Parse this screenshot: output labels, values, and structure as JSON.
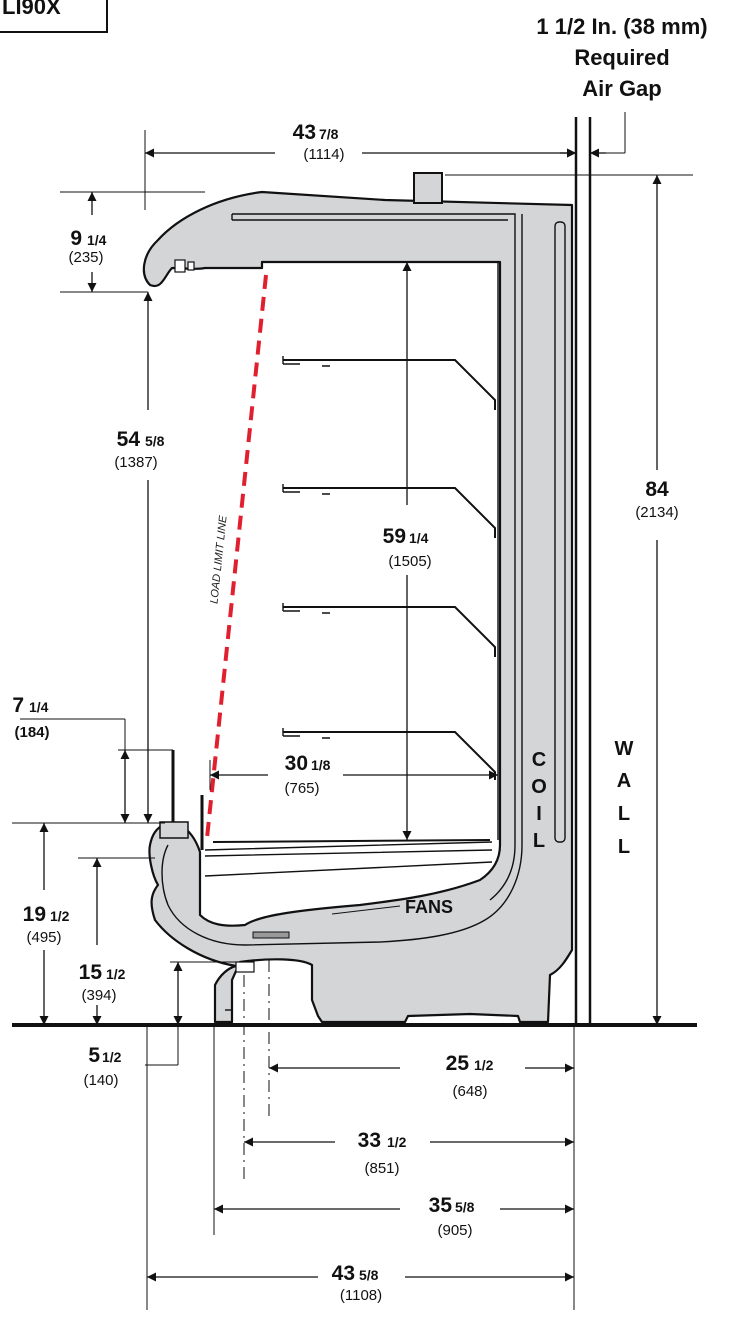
{
  "model_label": "LI90X",
  "air_gap": {
    "line1": "1 1/2 In. (38 mm)",
    "line2": "Required",
    "line3": "Air Gap"
  },
  "dimensions": {
    "depth_top": {
      "whole": "43",
      "frac": "7/8",
      "mm": "(1114)"
    },
    "canopy_height": {
      "whole": "9",
      "frac": "1/4",
      "mm": "(235)"
    },
    "opening_height": {
      "whole": "54",
      "frac": "5/8",
      "mm": "(1387)"
    },
    "overall_height": {
      "whole": "84",
      "frac": "",
      "mm": "(2134)"
    },
    "interior_height": {
      "whole": "59",
      "frac": "1/4",
      "mm": "(1505)"
    },
    "front_guard": {
      "whole": "7",
      "frac": "1/4",
      "mm": "(184)"
    },
    "shelf_depth": {
      "whole": "30",
      "frac": "1/8",
      "mm": "(765)"
    },
    "front_height_1": {
      "whole": "19",
      "frac": "1/2",
      "mm": "(495)"
    },
    "front_height_2": {
      "whole": "15",
      "frac": "1/2",
      "mm": "(394)"
    },
    "toe_height": {
      "whole": "5",
      "frac": "1/2",
      "mm": "(140)"
    },
    "depth_1": {
      "whole": "25",
      "frac": "1/2",
      "mm": "(648)"
    },
    "depth_2": {
      "whole": "33",
      "frac": "1/2",
      "mm": "(851)"
    },
    "depth_3": {
      "whole": "35",
      "frac": "5/8",
      "mm": "(905)"
    },
    "depth_bottom": {
      "whole": "43",
      "frac": "5/8",
      "mm": "(1108)"
    }
  },
  "labels": {
    "load_limit": "LOAD LIMIT LINE",
    "fans": "FANS",
    "coil": [
      "C",
      "O",
      "I",
      "L"
    ],
    "wall": [
      "W",
      "A",
      "L",
      "L"
    ]
  },
  "colors": {
    "case_fill": "#d4d5d7",
    "load_limit_line": "#e0202f",
    "line": "#111111"
  }
}
